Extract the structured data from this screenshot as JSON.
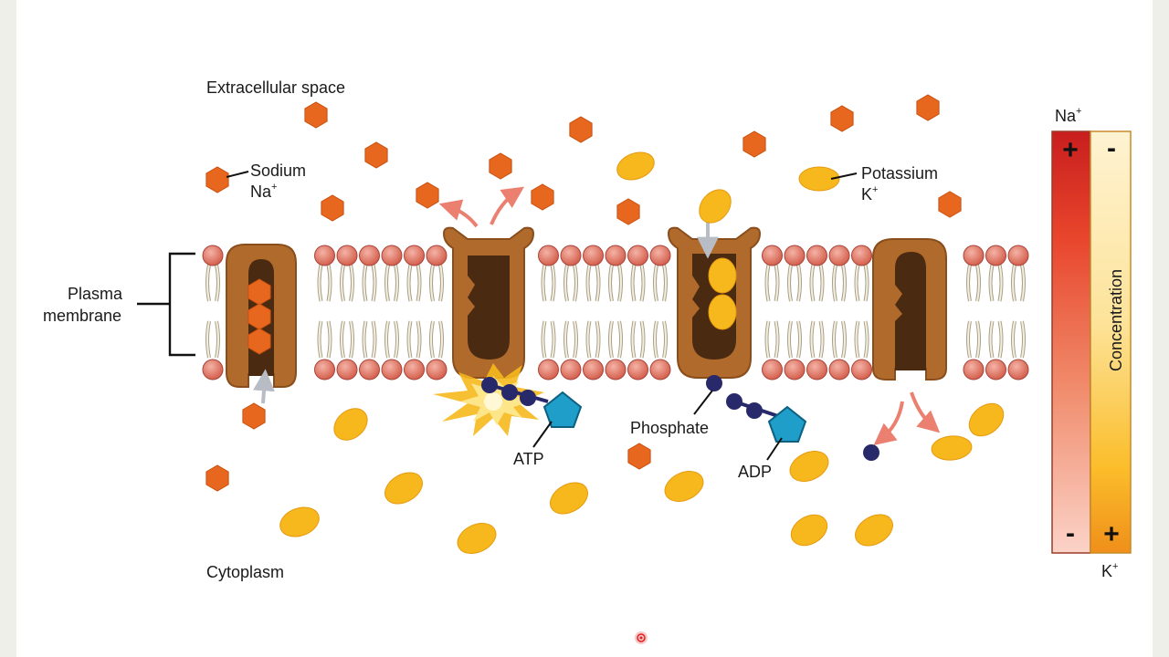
{
  "labels": {
    "extracellular": "Extracellular space",
    "cytoplasm": "Cytoplasm",
    "sodium_name": "Sodium",
    "sodium_symbol": "Na",
    "potassium_name": "Potassium",
    "potassium_symbol": "K",
    "plus_sign": "+",
    "membrane_line1": "Plasma",
    "membrane_line2": "membrane",
    "atp": "ATP",
    "phosphate": "Phosphate",
    "adp": "ADP"
  },
  "gradient_bar": {
    "top_label": "Na",
    "bottom_label": "K",
    "label_sup": "+",
    "na_top_sign": "+",
    "k_top_sign": "-",
    "na_bottom_sign": "-",
    "k_bottom_sign": "+",
    "axis_label": "Concentration"
  },
  "colors": {
    "sodium": "#e8671e",
    "potassium": "#f6b81c",
    "protein": "#b06a2c",
    "protein_dark": "#4a2a10",
    "phosphate": "#27296a",
    "atp_pentagon": "#1e9ec8",
    "lipid_head": "#e07a6a",
    "arrow_red": "#e86a58",
    "arrow_gray": "#b8bcc4"
  }
}
